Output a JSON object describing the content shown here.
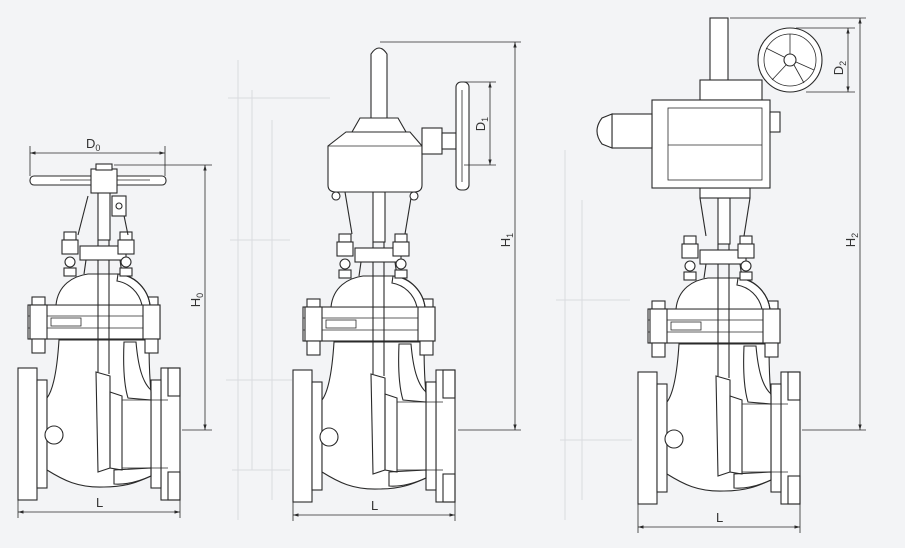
{
  "colors": {
    "background": "#f3f4f6",
    "line": "#2a2a2a",
    "ghost": "#d9dbdf"
  },
  "valve_handwheel": {
    "diameter_label": {
      "main": "D",
      "sub": "0"
    },
    "height_label": {
      "main": "H",
      "sub": "0"
    },
    "length_label": "L"
  },
  "valve_bevel_gear": {
    "diameter_label": {
      "main": "D",
      "sub": "1"
    },
    "height_label": {
      "main": "H",
      "sub": "1"
    },
    "length_label": "L"
  },
  "valve_electric": {
    "diameter_label": {
      "main": "D",
      "sub": "2"
    },
    "height_label": {
      "main": "H",
      "sub": "2"
    },
    "length_label": "L"
  }
}
